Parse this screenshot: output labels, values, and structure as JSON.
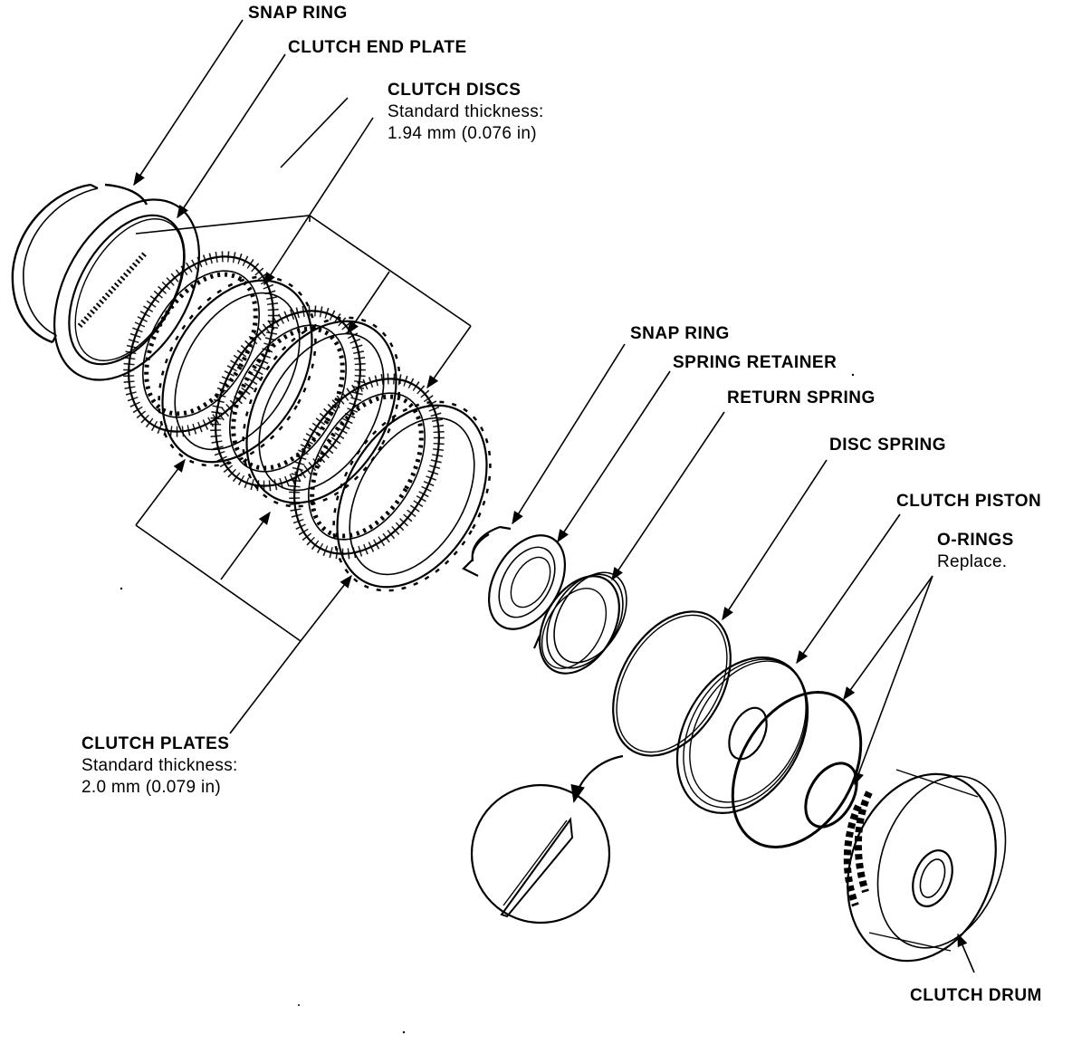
{
  "labels": {
    "snap_ring_top": "SNAP RING",
    "clutch_end_plate": "CLUTCH END PLATE",
    "clutch_discs": {
      "title": "CLUTCH DISCS",
      "line1": "Standard thickness:",
      "line2": "1.94 mm (0.076 in)"
    },
    "snap_ring_mid": "SNAP RING",
    "spring_retainer": "SPRING RETAINER",
    "return_spring": "RETURN SPRING",
    "disc_spring": "DISC SPRING",
    "clutch_piston": "CLUTCH PISTON",
    "o_rings": {
      "title": "O-RINGS",
      "note": "Replace."
    },
    "clutch_plates": {
      "title": "CLUTCH PLATES",
      "line1": "Standard thickness:",
      "line2": "2.0 mm (0.079 in)"
    },
    "clutch_drum": "CLUTCH DRUM"
  },
  "colors": {
    "ink": "#000000",
    "paper": "#ffffff"
  }
}
